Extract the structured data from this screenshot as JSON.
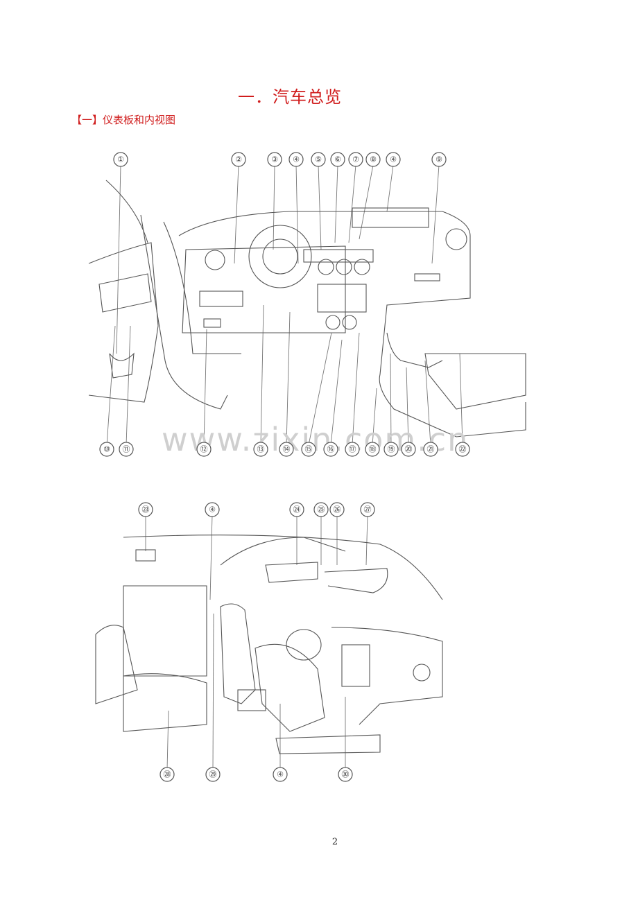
{
  "heading": "一．汽车总览",
  "subheading": "【一】仪表板和内视图",
  "figure1": {
    "callouts_top": [
      "①",
      "②",
      "③",
      "④",
      "⑤",
      "⑥",
      "⑦",
      "⑧",
      "④",
      "⑨"
    ],
    "callouts_bottom": [
      "⑩",
      "⑪",
      "⑫",
      "⑬",
      "⑭",
      "⑮",
      "⑯",
      "⑰",
      "⑱",
      "⑲",
      "⑳",
      "㉑",
      "㉒"
    ],
    "watermark": "www.zixin.com.cn"
  },
  "figure2": {
    "callouts_top": [
      "㉓",
      "④",
      "㉔",
      "㉕",
      "㉖",
      "㉗"
    ],
    "callouts_bottom": [
      "㉘",
      "㉙",
      "④",
      "㉚"
    ]
  },
  "page_number": "2"
}
